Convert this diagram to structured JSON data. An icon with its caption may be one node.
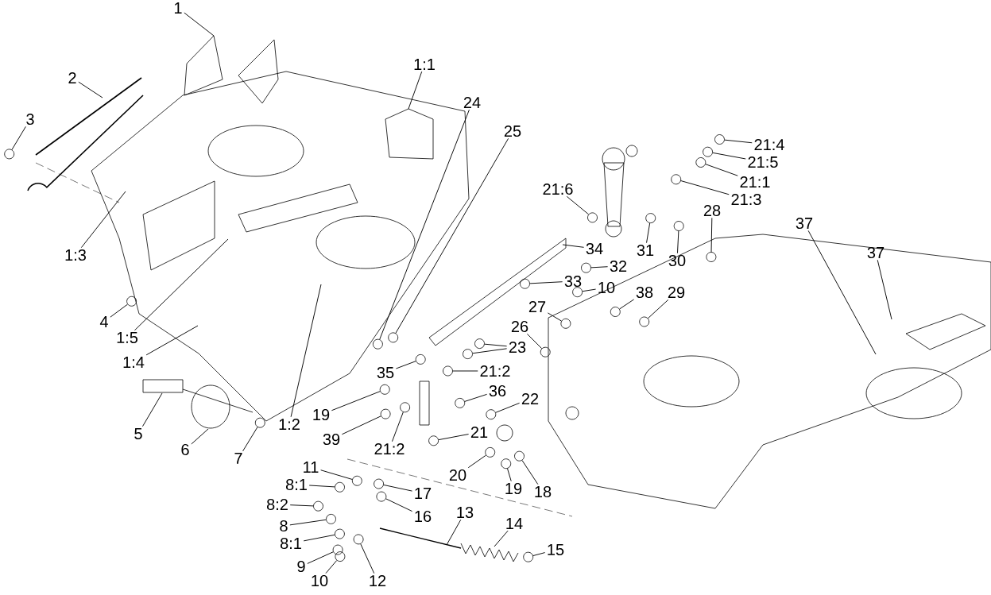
{
  "diagram": {
    "nodes": [
      {
        "text": [
          "1"
        ]
      },
      {
        "text": [
          "2"
        ]
      },
      {
        "text": [
          "3"
        ]
      },
      {
        "text": [
          "1:1"
        ]
      },
      {
        "text": [
          "24"
        ]
      },
      {
        "text": [
          "25"
        ]
      },
      {
        "text": [
          "21:4"
        ]
      },
      {
        "text": [
          "21:5"
        ]
      },
      {
        "text": [
          "21:1"
        ]
      },
      {
        "text": [
          "21:3"
        ]
      },
      {
        "text": [
          "21:6"
        ]
      },
      {
        "text": [
          "31"
        ]
      },
      {
        "text": [
          "30"
        ]
      },
      {
        "text": [
          "28"
        ]
      },
      {
        "text": [
          "37"
        ]
      },
      {
        "text": [
          "37"
        ]
      },
      {
        "text": [
          "34"
        ]
      },
      {
        "text": [
          "32"
        ]
      },
      {
        "text": [
          "1:3"
        ]
      },
      {
        "text": [
          "33"
        ]
      },
      {
        "text": [
          "10"
        ]
      },
      {
        "text": [
          "38"
        ]
      },
      {
        "text": [
          "29"
        ]
      },
      {
        "text": [
          "27"
        ]
      },
      {
        "text": [
          "4"
        ]
      },
      {
        "text": [
          "1:5"
        ]
      },
      {
        "text": [
          "1:4"
        ]
      },
      {
        "text": [
          "26"
        ]
      },
      {
        "text": [
          "23"
        ]
      },
      {
        "text": [
          "21:2"
        ]
      },
      {
        "text": [
          "35"
        ]
      },
      {
        "text": [
          "36"
        ]
      },
      {
        "text": [
          "22"
        ]
      },
      {
        "text": [
          "19"
        ]
      },
      {
        "text": [
          "39"
        ]
      },
      {
        "text": [
          "1:2"
        ]
      },
      {
        "text": [
          "5"
        ]
      },
      {
        "text": [
          "21"
        ]
      },
      {
        "text": [
          "21:2"
        ]
      },
      {
        "text": [
          "6"
        ]
      },
      {
        "text": [
          "7"
        ]
      },
      {
        "text": [
          "20"
        ]
      },
      {
        "text": [
          "19"
        ]
      },
      {
        "text": [
          "18"
        ]
      },
      {
        "text": [
          "11"
        ]
      },
      {
        "text": [
          "8:1"
        ]
      },
      {
        "text": [
          "17"
        ]
      },
      {
        "text": [
          "8:2"
        ]
      },
      {
        "text": [
          "16"
        ]
      },
      {
        "text": [
          "8"
        ]
      },
      {
        "text": [
          "13"
        ]
      },
      {
        "text": [
          "14"
        ]
      },
      {
        "text": [
          "8:1"
        ]
      },
      {
        "text": [
          "9"
        ]
      },
      {
        "text": [
          "15"
        ]
      },
      {
        "text": [
          "10"
        ]
      },
      {
        "text": [
          "12"
        ]
      },
      {
        "text": [],
        "shape": "circle"
      },
      {
        "text": [],
        "shape": "circle"
      },
      {
        "text": [],
        "shape": "circle"
      },
      {
        "text": [],
        "shape": "circle"
      },
      {
        "text": [],
        "shape": "circle"
      },
      {
        "text": [],
        "shape": "circle"
      },
      {
        "text": [],
        "shape": "circle"
      },
      {
        "text": [],
        "shape": "circle"
      },
      {
        "text": [],
        "shape": "circle"
      },
      {
        "text": [],
        "shape": "circle"
      },
      {
        "text": [],
        "shape": "circle"
      },
      {
        "text": [],
        "shape": "circle"
      },
      {
        "text": [],
        "shape": "circle"
      },
      {
        "text": [],
        "shape": "circle"
      },
      {
        "text": [],
        "shape": "circle"
      },
      {
        "text": [],
        "shape": "circle"
      },
      {
        "text": [],
        "shape": "circle"
      },
      {
        "text": [],
        "shape": "circle"
      },
      {
        "text": [],
        "shape": "circle"
      },
      {
        "text": [],
        "shape": "circle"
      },
      {
        "text": [],
        "shape": "circle"
      },
      {
        "text": [],
        "shape": "circle"
      },
      {
        "text": [],
        "shape": "circle"
      },
      {
        "text": [],
        "shape": "circle"
      },
      {
        "text": [],
        "shape": "circle"
      },
      {
        "text": [],
        "shape": "circle"
      },
      {
        "text": [],
        "shape": "circle"
      },
      {
        "text": [],
        "shape": "circle"
      },
      {
        "text": [],
        "shape": "circle"
      },
      {
        "text": [],
        "shape": "circle"
      },
      {
        "text": [],
        "shape": "circle"
      },
      {
        "text": [],
        "shape": "circle"
      },
      {
        "text": [],
        "shape": "circle"
      },
      {
        "text": [],
        "shape": "circle"
      },
      {
        "text": [],
        "shape": "circle"
      },
      {
        "text": [],
        "shape": "circle"
      },
      {
        "text": [],
        "shape": "circle"
      },
      {
        "text": [],
        "shape": "circle"
      },
      {
        "text": [],
        "shape": "circle"
      },
      {
        "text": [],
        "shape": "circle"
      },
      {
        "text": [],
        "shape": "circle"
      },
      {
        "text": [],
        "shape": "circle"
      },
      {
        "text": [],
        "shape": "circle"
      },
      {
        "text": [],
        "shape": "circle"
      }
    ],
    "edges": [
      {
        "from": 0,
        "to": null,
        "arrow": "none"
      },
      {
        "from": 1,
        "to": null,
        "arrow": "none"
      },
      {
        "from": 2,
        "to": 57,
        "arrow": "none"
      },
      {
        "from": 3,
        "to": null,
        "arrow": "none"
      },
      {
        "from": 4,
        "to": 58,
        "arrow": "none"
      },
      {
        "from": 5,
        "to": 59,
        "arrow": "none"
      },
      {
        "from": 6,
        "to": 60,
        "arrow": "none"
      },
      {
        "from": 7,
        "to": 61,
        "arrow": "none"
      },
      {
        "from": 8,
        "to": 62,
        "arrow": "none"
      },
      {
        "from": 9,
        "to": 63,
        "arrow": "none"
      },
      {
        "from": 10,
        "to": 64,
        "arrow": "none"
      },
      {
        "from": 11,
        "to": 65,
        "arrow": "none"
      },
      {
        "from": 12,
        "to": 66,
        "arrow": "none"
      },
      {
        "from": 13,
        "to": 67,
        "arrow": "none"
      },
      {
        "from": 14,
        "to": null,
        "arrow": "none"
      },
      {
        "from": 15,
        "to": null,
        "arrow": "none"
      },
      {
        "from": 16,
        "to": null,
        "arrow": "none"
      },
      {
        "from": 17,
        "to": 68,
        "arrow": "none"
      },
      {
        "from": 18,
        "to": null,
        "arrow": "none"
      },
      {
        "from": 19,
        "to": 69,
        "arrow": "none"
      },
      {
        "from": 20,
        "to": 70,
        "arrow": "none"
      },
      {
        "from": 21,
        "to": 71,
        "arrow": "none"
      },
      {
        "from": 22,
        "to": 72,
        "arrow": "none"
      },
      {
        "from": 23,
        "to": 73,
        "arrow": "none"
      },
      {
        "from": 24,
        "to": 74,
        "arrow": "none"
      },
      {
        "from": 25,
        "to": null,
        "arrow": "none"
      },
      {
        "from": 26,
        "to": null,
        "arrow": "none"
      },
      {
        "from": 27,
        "to": 75,
        "arrow": "none"
      },
      {
        "from": 28,
        "to": 76,
        "arrow": "none"
      },
      {
        "from": 28,
        "to": 77,
        "arrow": "none"
      },
      {
        "from": 29,
        "to": 78,
        "arrow": "none"
      },
      {
        "from": 30,
        "to": 79,
        "arrow": "none"
      },
      {
        "from": 31,
        "to": 80,
        "arrow": "none"
      },
      {
        "from": 32,
        "to": 81,
        "arrow": "none"
      },
      {
        "from": 33,
        "to": 82,
        "arrow": "none"
      },
      {
        "from": 34,
        "to": 83,
        "arrow": "none"
      },
      {
        "from": 35,
        "to": null,
        "arrow": "none"
      },
      {
        "from": 36,
        "to": null,
        "arrow": "none"
      },
      {
        "from": 37,
        "to": 84,
        "arrow": "none"
      },
      {
        "from": 38,
        "to": 85,
        "arrow": "none"
      },
      {
        "from": 39,
        "to": null,
        "arrow": "none"
      },
      {
        "from": 40,
        "to": 86,
        "arrow": "none"
      },
      {
        "from": 41,
        "to": 87,
        "arrow": "none"
      },
      {
        "from": 42,
        "to": 88,
        "arrow": "none"
      },
      {
        "from": 43,
        "to": 89,
        "arrow": "none"
      },
      {
        "from": 44,
        "to": 90,
        "arrow": "none"
      },
      {
        "from": 45,
        "to": 91,
        "arrow": "none"
      },
      {
        "from": 46,
        "to": 92,
        "arrow": "none"
      },
      {
        "from": 47,
        "to": 93,
        "arrow": "none"
      },
      {
        "from": 48,
        "to": 94,
        "arrow": "none"
      },
      {
        "from": 49,
        "to": 95,
        "arrow": "none"
      },
      {
        "from": 50,
        "to": null,
        "arrow": "none"
      },
      {
        "from": 51,
        "to": null,
        "arrow": "none"
      },
      {
        "from": 52,
        "to": 96,
        "arrow": "none"
      },
      {
        "from": 53,
        "to": 97,
        "arrow": "none"
      },
      {
        "from": 54,
        "to": 98,
        "arrow": "none"
      },
      {
        "from": 55,
        "to": 99,
        "arrow": "none"
      },
      {
        "from": 56,
        "to": 100,
        "arrow": "none"
      }
    ]
  }
}
